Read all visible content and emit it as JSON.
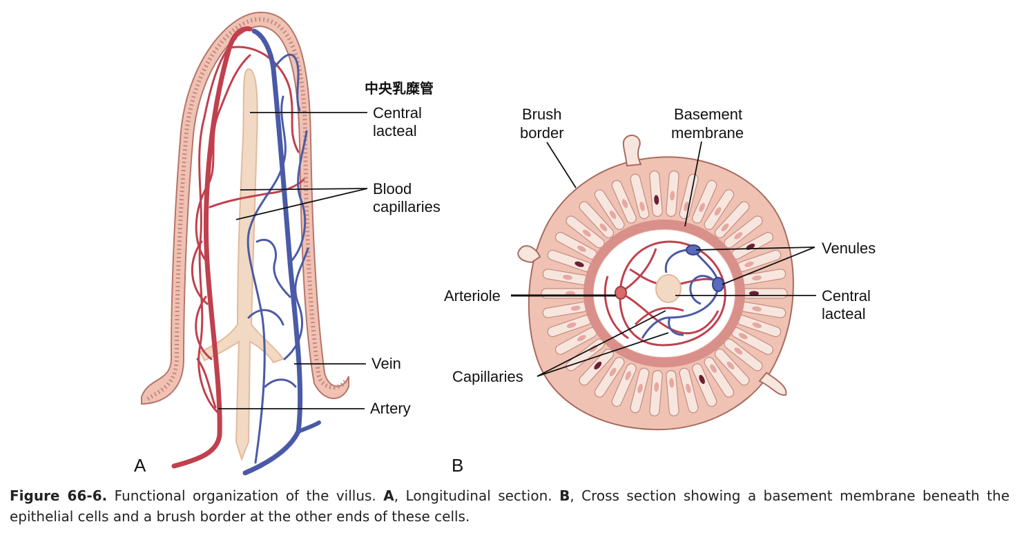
{
  "panel_a": {
    "letter": "A",
    "annotation_cn": "中央乳糜管",
    "labels": {
      "central_lacteal": [
        "Central",
        "lacteal"
      ],
      "blood_capillaries": [
        "Blood",
        "capillaries"
      ],
      "vein": "Vein",
      "artery": "Artery"
    }
  },
  "panel_b": {
    "letter": "B",
    "labels": {
      "brush_border": [
        "Brush",
        "border"
      ],
      "basement_membrane": [
        "Basement",
        "membrane"
      ],
      "venules": "Venules",
      "arteriole": "Arteriole",
      "central_lacteal": [
        "Central",
        "lacteal"
      ],
      "capillaries": "Capillaries"
    }
  },
  "caption": {
    "figure_label": "Figure 66-6.",
    "intro": " Functional organization of the villus. ",
    "a_letter": "A",
    "a_text": ", Longitudinal section. ",
    "b_letter": "B",
    "b_text": ", Cross section showing a basement membrane beneath the epithelial cells and a brush border at the other ends of these cells."
  },
  "colors": {
    "epithelium": "#efc2b4",
    "epithelium_stroke": "#b5756a",
    "artery": "#c0404d",
    "vein": "#4a5aa6",
    "lacteal": "#f2d9c4",
    "nucleus": "#6b1f35",
    "brush_border": "#f7e6de"
  }
}
